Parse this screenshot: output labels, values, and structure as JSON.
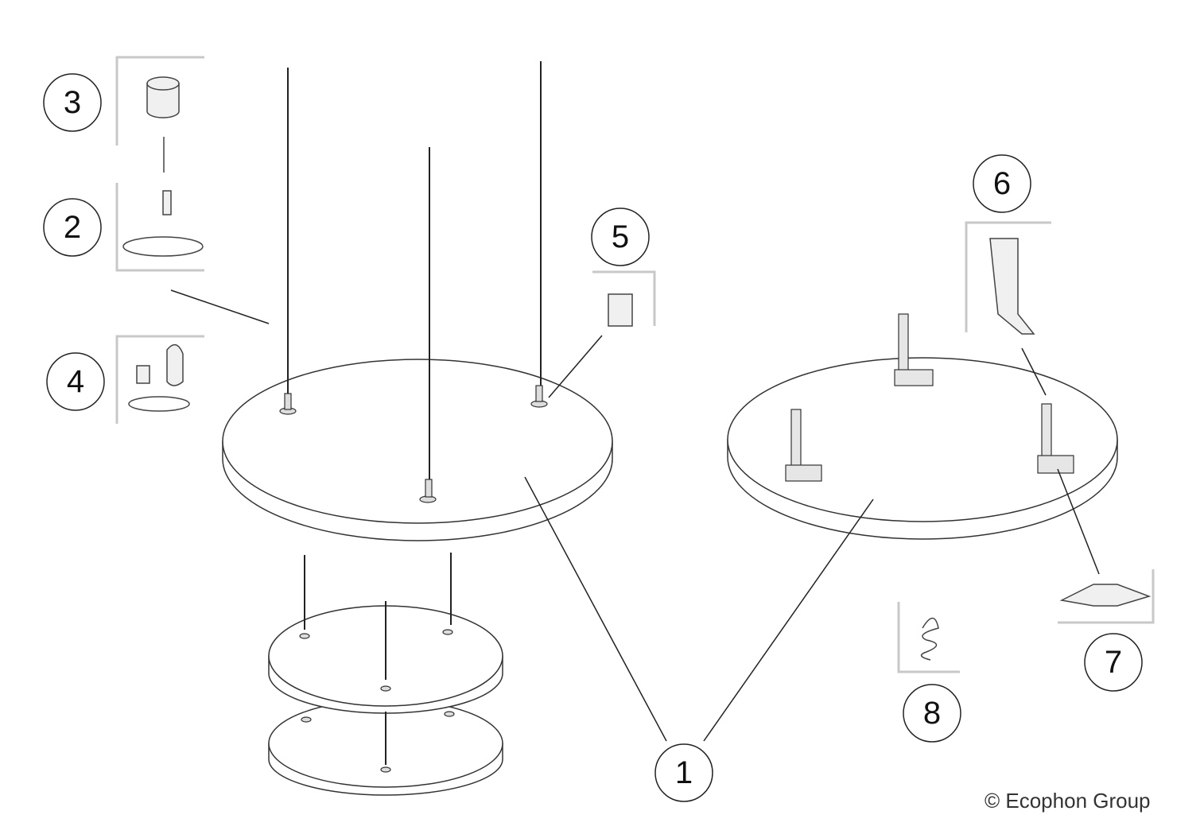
{
  "callouts": {
    "c1": "1",
    "c2": "2",
    "c3": "3",
    "c4": "4",
    "c5": "5",
    "c6": "6",
    "c7": "7",
    "c8": "8"
  },
  "copyright": "© Ecophon Group",
  "colors": {
    "line": "#222222",
    "bracket": "#c8c8c8",
    "part": "#b8b8b8"
  }
}
